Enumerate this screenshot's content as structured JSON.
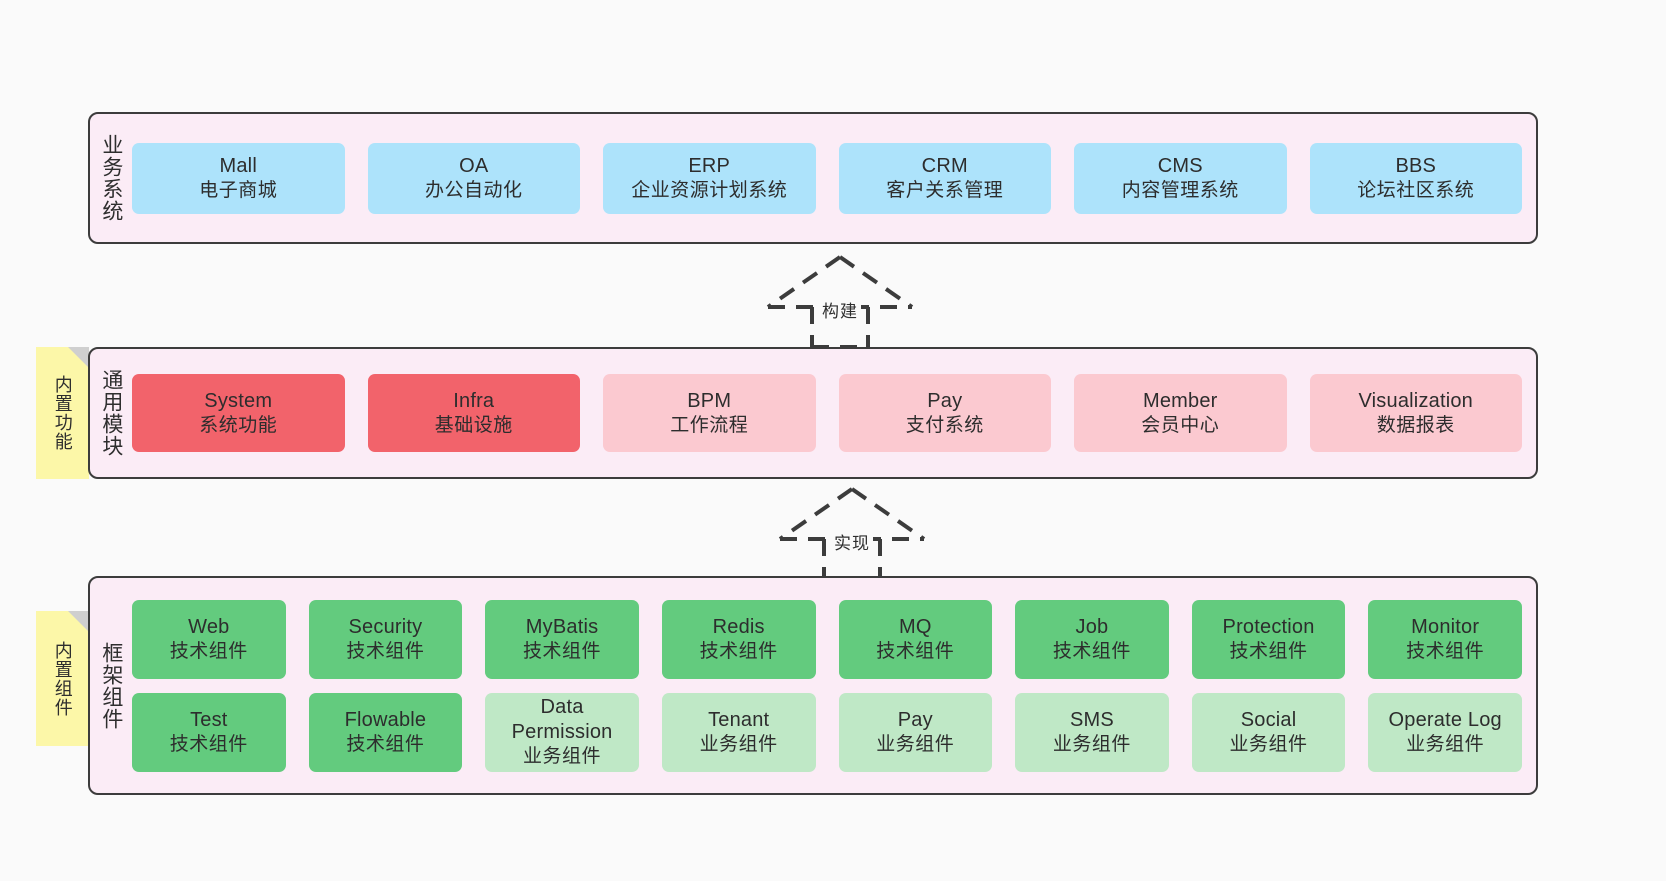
{
  "diagram": {
    "background_color": "#fafafa",
    "layer_fill": "#fbecf6",
    "layer_border": "#3c3c3c",
    "note_fill": "#fcf7a8"
  },
  "layers": [
    {
      "id": "business",
      "title": "业务系统",
      "cards": [
        {
          "title": "Mall",
          "subtitle": "电子商城",
          "color": "#ade3fb"
        },
        {
          "title": "OA",
          "subtitle": "办公自动化",
          "color": "#ade3fb"
        },
        {
          "title": "ERP",
          "subtitle": "企业资源计划系统",
          "color": "#ade3fb"
        },
        {
          "title": "CRM",
          "subtitle": "客户关系管理",
          "color": "#ade3fb"
        },
        {
          "title": "CMS",
          "subtitle": "内容管理系统",
          "color": "#ade3fb"
        },
        {
          "title": "BBS",
          "subtitle": "论坛社区系统",
          "color": "#ade3fb"
        }
      ]
    },
    {
      "id": "module",
      "title": "通用模块",
      "note": "内置功能",
      "cards": [
        {
          "title": "System",
          "subtitle": "系统功能",
          "color": "#f2636b"
        },
        {
          "title": "Infra",
          "subtitle": "基础设施",
          "color": "#f2636b"
        },
        {
          "title": "BPM",
          "subtitle": "工作流程",
          "color": "#fbc9d0"
        },
        {
          "title": "Pay",
          "subtitle": "支付系统",
          "color": "#fbc9d0"
        },
        {
          "title": "Member",
          "subtitle": "会员中心",
          "color": "#fbc9d0"
        },
        {
          "title": "Visualization",
          "subtitle": "数据报表",
          "color": "#fbc9d0"
        }
      ]
    },
    {
      "id": "framework",
      "title": "框架组件",
      "note": "内置组件",
      "rows": [
        [
          {
            "title": "Web",
            "subtitle": "技术组件",
            "color": "#63cb7e"
          },
          {
            "title": "Security",
            "subtitle": "技术组件",
            "color": "#63cb7e"
          },
          {
            "title": "MyBatis",
            "subtitle": "技术组件",
            "color": "#63cb7e"
          },
          {
            "title": "Redis",
            "subtitle": "技术组件",
            "color": "#63cb7e"
          },
          {
            "title": "MQ",
            "subtitle": "技术组件",
            "color": "#63cb7e"
          },
          {
            "title": "Job",
            "subtitle": "技术组件",
            "color": "#63cb7e"
          },
          {
            "title": "Protection",
            "subtitle": "技术组件",
            "color": "#63cb7e"
          },
          {
            "title": "Monitor",
            "subtitle": "技术组件",
            "color": "#63cb7e"
          }
        ],
        [
          {
            "title": "Test",
            "subtitle": "技术组件",
            "color": "#63cb7e"
          },
          {
            "title": "Flowable",
            "subtitle": "技术组件",
            "color": "#63cb7e"
          },
          {
            "title": "Data Permission",
            "subtitle": "业务组件",
            "color": "#bfe8c6"
          },
          {
            "title": "Tenant",
            "subtitle": "业务组件",
            "color": "#bfe8c6"
          },
          {
            "title": "Pay",
            "subtitle": "业务组件",
            "color": "#bfe8c6"
          },
          {
            "title": "SMS",
            "subtitle": "业务组件",
            "color": "#bfe8c6"
          },
          {
            "title": "Social",
            "subtitle": "业务组件",
            "color": "#bfe8c6"
          },
          {
            "title": "Operate Log",
            "subtitle": "业务组件",
            "color": "#bfe8c6"
          }
        ]
      ]
    }
  ],
  "connectors": [
    {
      "id": "build",
      "label": "构建"
    },
    {
      "id": "implement",
      "label": "实现"
    }
  ]
}
